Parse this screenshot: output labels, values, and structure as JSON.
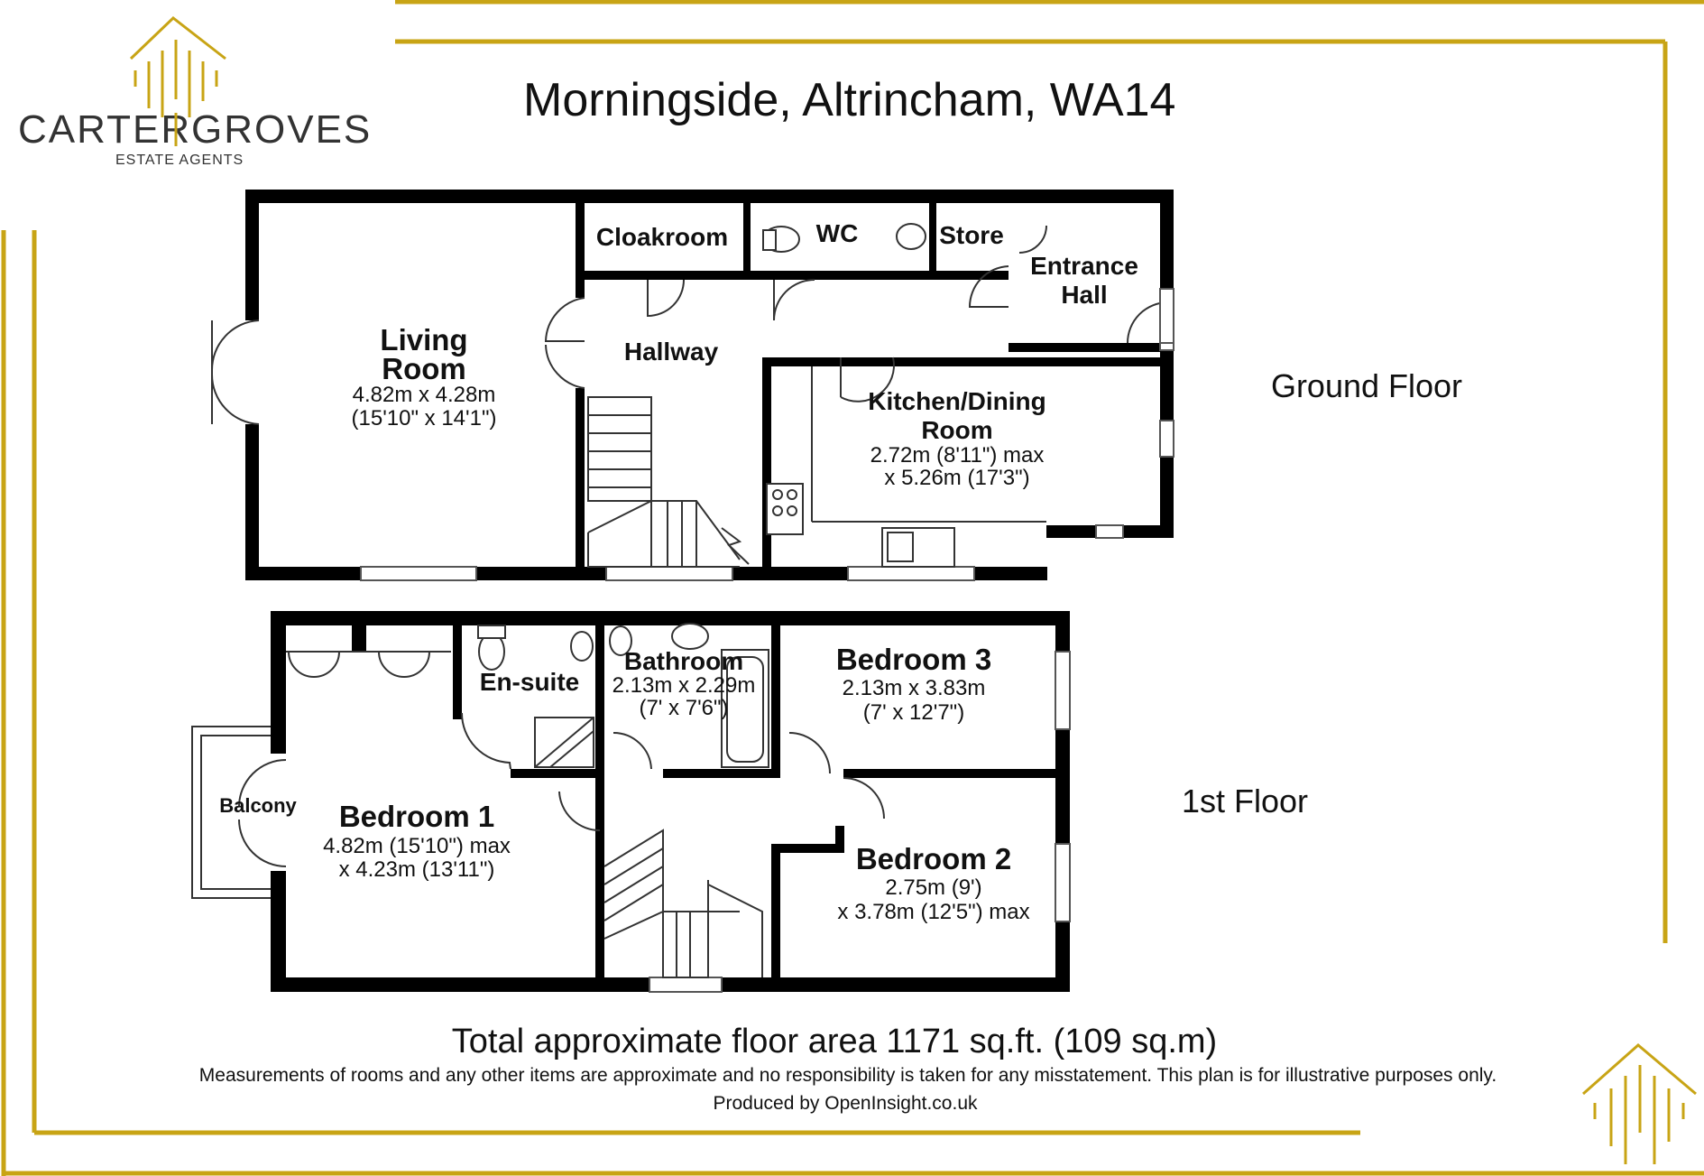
{
  "brand": {
    "name_left": "CARTER",
    "name_right": "GROVES",
    "tagline": "ESTATE AGENTS",
    "accent_color": "#c8a415"
  },
  "title": "Morningside, Altrincham, WA14",
  "floors": {
    "ground": {
      "label": "Ground Floor",
      "rooms": {
        "living_name_1": "Living",
        "living_name_2": "Room",
        "living_dim_1": "4.82m x 4.28m",
        "living_dim_2": "(15'10\" x 14'1\")",
        "cloakroom": "Cloakroom",
        "wc": "WC",
        "store": "Store",
        "entrance_1": "Entrance",
        "entrance_2": "Hall",
        "hallway": "Hallway",
        "kitchen_name_1": "Kitchen/Dining",
        "kitchen_name_2": "Room",
        "kitchen_dim_1": "2.72m (8'11\") max",
        "kitchen_dim_2": "x 5.26m (17'3\")"
      }
    },
    "first": {
      "label": "1st Floor",
      "rooms": {
        "ensuite": "En-suite",
        "bathroom": "Bathroom",
        "bathroom_dim_1": "2.13m x 2.29m",
        "bathroom_dim_2": "(7' x 7'6\")",
        "bed3": "Bedroom 3",
        "bed3_dim_1": "2.13m x 3.83m",
        "bed3_dim_2": "(7' x 12'7\")",
        "balcony": "Balcony",
        "bed1": "Bedroom 1",
        "bed1_dim_1": "4.82m (15'10\") max",
        "bed1_dim_2": "x 4.23m (13'11\")",
        "bed2": "Bedroom 2",
        "bed2_dim_1": "2.75m (9')",
        "bed2_dim_2": "x 3.78m (12'5\") max"
      }
    }
  },
  "footer": {
    "total": "Total approximate floor area 1171 sq.ft. (109 sq.m)",
    "disclaimer": "Measurements of rooms and any other items are approximate and no responsibility is taken for any misstatement. This plan is for illustrative purposes only.",
    "produced_by": "Produced by OpenInsight.co.uk"
  }
}
